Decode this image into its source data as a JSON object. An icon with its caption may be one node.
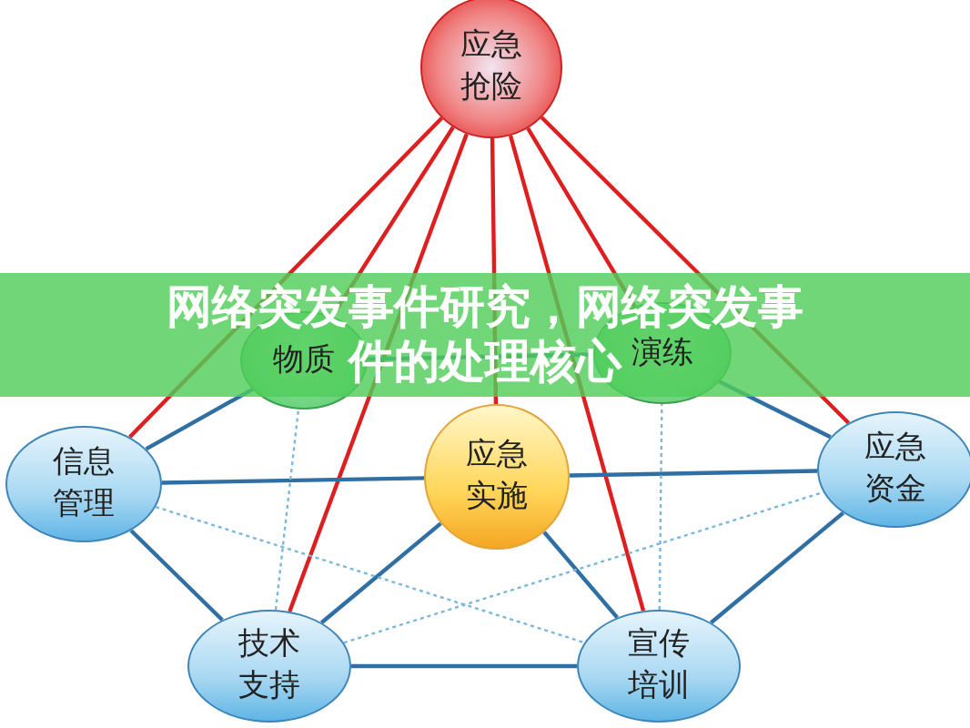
{
  "diagram": {
    "title": "网络突发事件研究，网络突发事件的处理核心",
    "nodes": [
      {
        "text": [
          "应急抢险"
        ]
      },
      {
        "text": [
          "物质"
        ]
      },
      {
        "text": [
          "演练"
        ]
      },
      {
        "text": [
          "信息管理"
        ]
      },
      {
        "text": [
          "应急实施"
        ]
      },
      {
        "text": [
          "应急资金"
        ]
      },
      {
        "text": [
          "技术支持"
        ]
      },
      {
        "text": [
          "宣传培训"
        ]
      }
    ],
    "edges": [
      {
        "from": 0,
        "to": 1,
        "arrow": "none",
        "color": "#dd1f1f"
      },
      {
        "from": 0,
        "to": 2,
        "arrow": "none",
        "color": "#dd1f1f"
      },
      {
        "from": 0,
        "to": 3,
        "arrow": "none",
        "color": "#dd1f1f"
      },
      {
        "from": 0,
        "to": 4,
        "arrow": "none",
        "color": "#dd1f1f"
      },
      {
        "from": 0,
        "to": 5,
        "arrow": "none",
        "color": "#dd1f1f"
      },
      {
        "from": 0,
        "to": 6,
        "arrow": "none",
        "color": "#dd1f1f"
      },
      {
        "from": 0,
        "to": 7,
        "arrow": "none",
        "color": "#dd1f1f"
      },
      {
        "from": 1,
        "to": 2,
        "arrow": "none"
      },
      {
        "from": 3,
        "to": 1,
        "arrow": "none"
      },
      {
        "from": 2,
        "to": 5,
        "arrow": "none"
      },
      {
        "from": 3,
        "to": 4,
        "arrow": "none"
      },
      {
        "from": 4,
        "to": 5,
        "arrow": "none"
      },
      {
        "from": 3,
        "to": 6,
        "arrow": "none"
      },
      {
        "from": 6,
        "to": 7,
        "arrow": "none"
      },
      {
        "from": 7,
        "to": 5,
        "arrow": "none"
      },
      {
        "from": 6,
        "to": 4,
        "arrow": "none"
      },
      {
        "from": 4,
        "to": 7,
        "arrow": "none"
      },
      {
        "from": 3,
        "to": 7,
        "arrow": "none",
        "style": "dashed",
        "color": "#7ab8dc"
      },
      {
        "from": 6,
        "to": 5,
        "arrow": "none",
        "style": "dashed",
        "color": "#7ab8dc"
      },
      {
        "from": 6,
        "to": 1,
        "arrow": "none",
        "style": "dashed",
        "color": "#7ab8dc"
      },
      {
        "from": 7,
        "to": 2,
        "arrow": "none",
        "style": "dashed",
        "color": "#7ab8dc"
      }
    ]
  }
}
